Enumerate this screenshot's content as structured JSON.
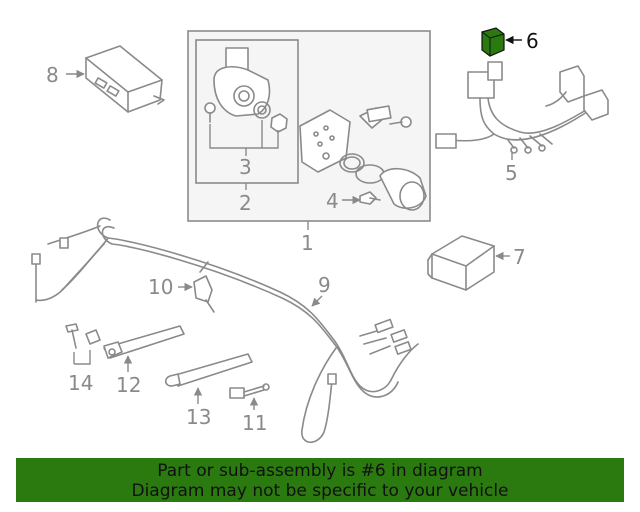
{
  "diagram": {
    "callouts": [
      "1",
      "2",
      "3",
      "4",
      "5",
      "6",
      "7",
      "8",
      "9",
      "10",
      "11",
      "12",
      "13",
      "14"
    ],
    "highlighted_part": "6",
    "highlight_color": "#2a7a10"
  },
  "banner": {
    "line1": "Part or sub-assembly is #6 in diagram",
    "line2": "Diagram may not be specific to your vehicle",
    "background": "#2a7a10"
  }
}
